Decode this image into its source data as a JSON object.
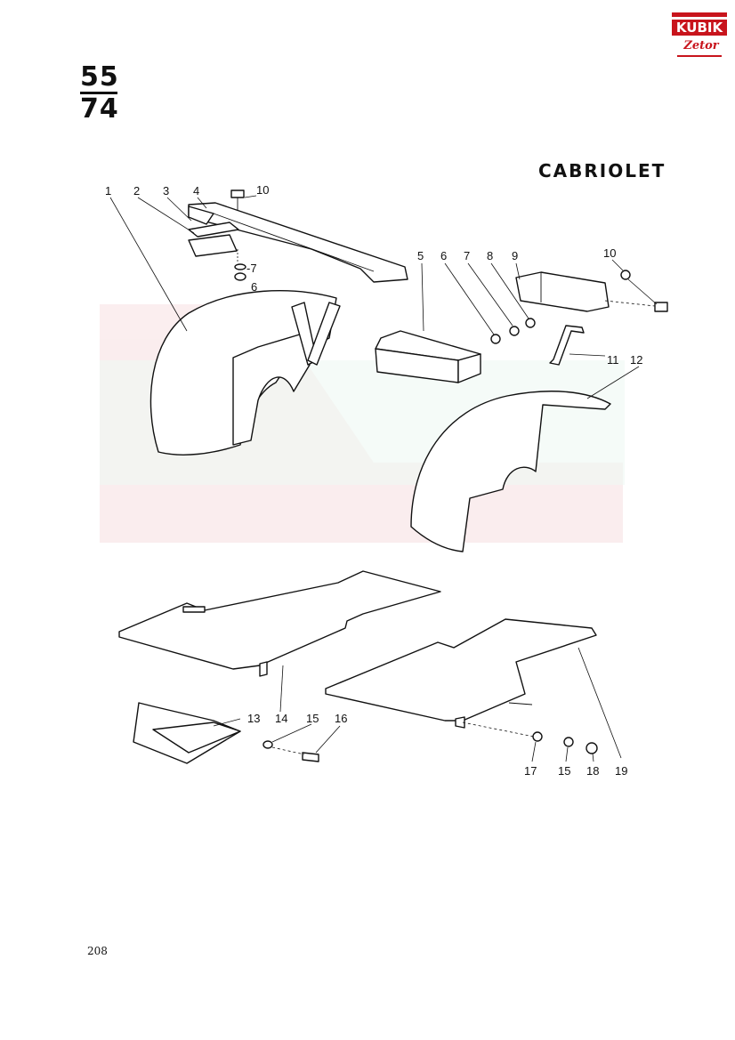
{
  "page": {
    "fraction_top": "55",
    "fraction_bottom": "74",
    "title": "CABRIOLET",
    "page_number": "208"
  },
  "logo": {
    "brand": "KUBIK",
    "sub": "Zetor",
    "colors": {
      "accent": "#c8141c"
    }
  },
  "callouts": [
    "1",
    "2",
    "3",
    "4",
    "10",
    "5",
    "6",
    "7",
    "8",
    "9",
    "10",
    "11",
    "12",
    "-7",
    "6",
    "13",
    "14",
    "15",
    "16",
    "17",
    "15",
    "18",
    "19"
  ]
}
